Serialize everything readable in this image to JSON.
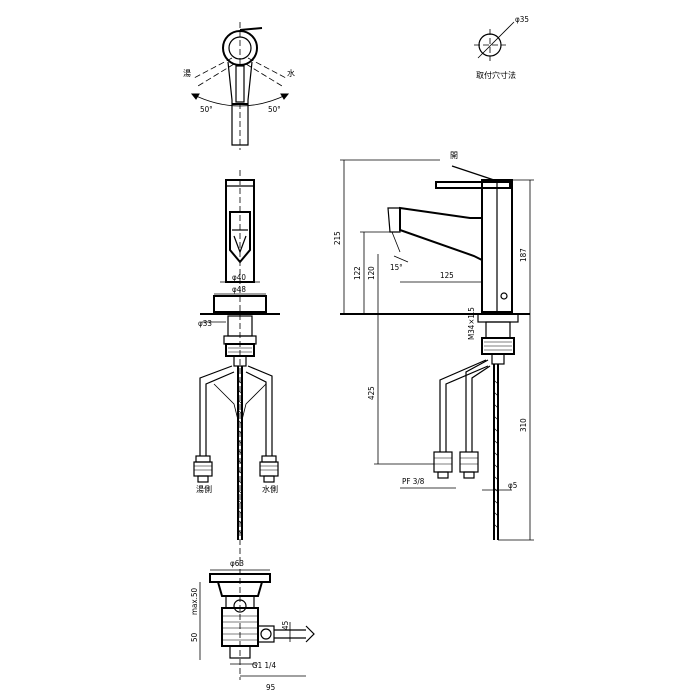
{
  "top_view": {
    "angle_left": "50°",
    "angle_right": "50°",
    "mark_left": "湯",
    "mark_right": "水"
  },
  "hole_detail": {
    "diameter": "φ35",
    "note": "取付穴寸法"
  },
  "front_view": {
    "dim_40": "φ40",
    "dim_48": "φ48",
    "dim_33": "φ33",
    "hot_label": "湯側",
    "cold_label": "水側"
  },
  "side_view": {
    "dim_215": "215",
    "dim_187": "187",
    "dim_122": "122",
    "dim_120": "120",
    "dim_15deg": "15°",
    "dim_125": "125",
    "dim_425": "425",
    "dim_310": "310",
    "thread": "M34×1.5",
    "pf": "PF 3/8",
    "dim_5": "φ5",
    "lever_mark": "開"
  },
  "drain_view": {
    "dim_63": "φ63",
    "dim_max50": "max.50",
    "dim_50": "50",
    "dim_45": "45",
    "thread": "G1 1/4",
    "dim_95": "95"
  }
}
